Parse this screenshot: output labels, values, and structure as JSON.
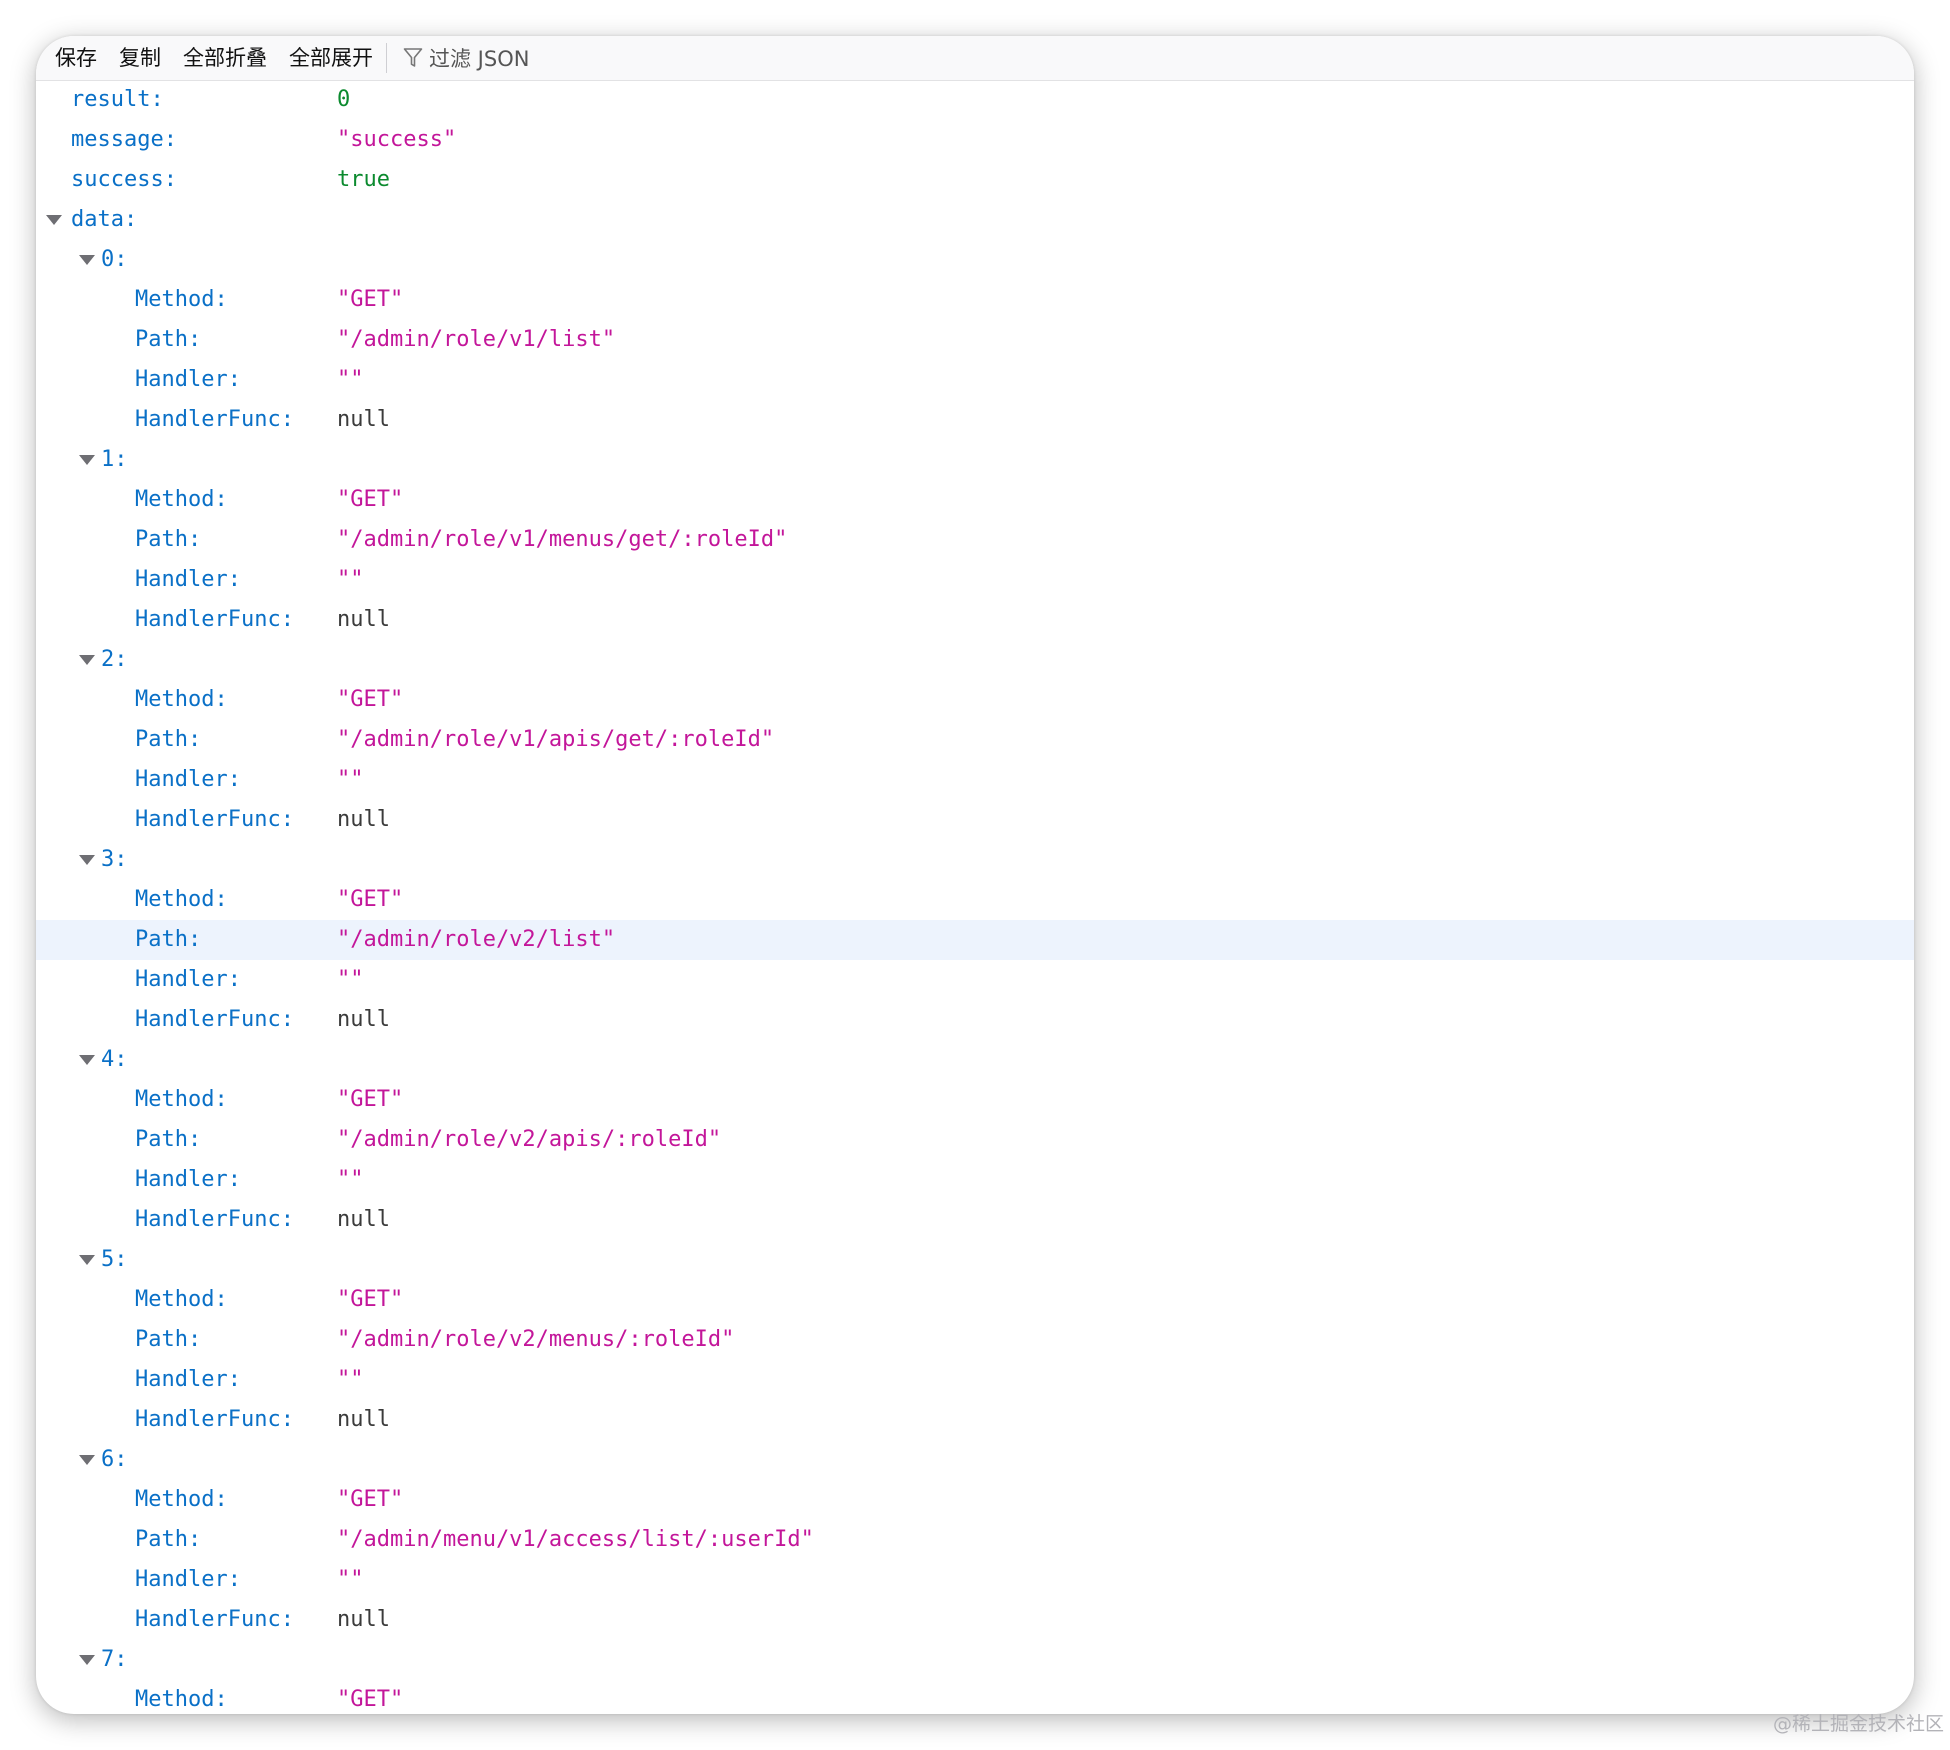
{
  "toolbar": {
    "save_label": "保存",
    "copy_label": "复制",
    "collapse_all_label": "全部折叠",
    "expand_all_label": "全部展开",
    "filter_label": "过滤 JSON",
    "filter_icon": "funnel-icon"
  },
  "json": {
    "result": {
      "key": "result:",
      "value": "0",
      "type": "number"
    },
    "message": {
      "key": "message:",
      "value": "\"success\"",
      "type": "string"
    },
    "success": {
      "key": "success:",
      "value": "true",
      "type": "bool"
    },
    "data_key": "data:",
    "items": [
      {
        "index_label": "0:",
        "fields": [
          {
            "key": "Method:",
            "value": "\"GET\"",
            "type": "string"
          },
          {
            "key": "Path:",
            "value": "\"/admin/role/v1/list\"",
            "type": "string"
          },
          {
            "key": "Handler:",
            "value": "\"\"",
            "type": "string"
          },
          {
            "key": "HandlerFunc:",
            "value": "null",
            "type": "null"
          }
        ]
      },
      {
        "index_label": "1:",
        "fields": [
          {
            "key": "Method:",
            "value": "\"GET\"",
            "type": "string"
          },
          {
            "key": "Path:",
            "value": "\"/admin/role/v1/menus/get/:roleId\"",
            "type": "string"
          },
          {
            "key": "Handler:",
            "value": "\"\"",
            "type": "string"
          },
          {
            "key": "HandlerFunc:",
            "value": "null",
            "type": "null"
          }
        ]
      },
      {
        "index_label": "2:",
        "fields": [
          {
            "key": "Method:",
            "value": "\"GET\"",
            "type": "string"
          },
          {
            "key": "Path:",
            "value": "\"/admin/role/v1/apis/get/:roleId\"",
            "type": "string"
          },
          {
            "key": "Handler:",
            "value": "\"\"",
            "type": "string"
          },
          {
            "key": "HandlerFunc:",
            "value": "null",
            "type": "null"
          }
        ]
      },
      {
        "index_label": "3:",
        "fields": [
          {
            "key": "Method:",
            "value": "\"GET\"",
            "type": "string"
          },
          {
            "key": "Path:",
            "value": "\"/admin/role/v2/list\"",
            "type": "string",
            "selected": true
          },
          {
            "key": "Handler:",
            "value": "\"\"",
            "type": "string"
          },
          {
            "key": "HandlerFunc:",
            "value": "null",
            "type": "null"
          }
        ]
      },
      {
        "index_label": "4:",
        "fields": [
          {
            "key": "Method:",
            "value": "\"GET\"",
            "type": "string"
          },
          {
            "key": "Path:",
            "value": "\"/admin/role/v2/apis/:roleId\"",
            "type": "string"
          },
          {
            "key": "Handler:",
            "value": "\"\"",
            "type": "string"
          },
          {
            "key": "HandlerFunc:",
            "value": "null",
            "type": "null"
          }
        ]
      },
      {
        "index_label": "5:",
        "fields": [
          {
            "key": "Method:",
            "value": "\"GET\"",
            "type": "string"
          },
          {
            "key": "Path:",
            "value": "\"/admin/role/v2/menus/:roleId\"",
            "type": "string"
          },
          {
            "key": "Handler:",
            "value": "\"\"",
            "type": "string"
          },
          {
            "key": "HandlerFunc:",
            "value": "null",
            "type": "null"
          }
        ]
      },
      {
        "index_label": "6:",
        "fields": [
          {
            "key": "Method:",
            "value": "\"GET\"",
            "type": "string"
          },
          {
            "key": "Path:",
            "value": "\"/admin/menu/v1/access/list/:userId\"",
            "type": "string"
          },
          {
            "key": "Handler:",
            "value": "\"\"",
            "type": "string"
          },
          {
            "key": "HandlerFunc:",
            "value": "null",
            "type": "null"
          }
        ]
      },
      {
        "index_label": "7:",
        "fields": [
          {
            "key": "Method:",
            "value": "\"GET\"",
            "type": "string"
          }
        ]
      }
    ]
  },
  "watermark": "@稀土掘金技术社区"
}
